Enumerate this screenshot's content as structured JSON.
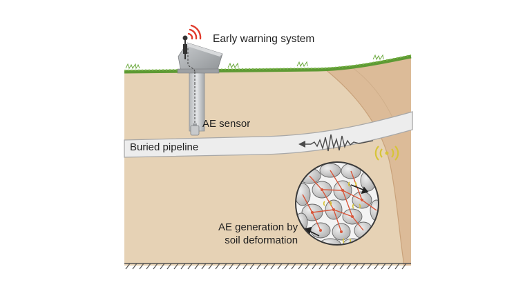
{
  "labels": {
    "early_warning_system": "Early warning system",
    "ae_sensor": "AE sensor",
    "buried_pipeline": "Buried pipeline",
    "ae_generation_line1": "AE generation by",
    "ae_generation_line2": "soil deformation"
  },
  "colors": {
    "soil": "#e6d2b5",
    "soil_slip_zone": "#dcbb98",
    "grass": "#5e9a34",
    "pipeline": "#ededed",
    "pipeline_outline": "#a8a8a8",
    "station_body": "#aeb1b4",
    "signal_waves": "#e03a2c",
    "acoustic_emission": "#d7c437",
    "soil_particle": "#bdbdbd",
    "contact_force": "#d8563a",
    "bedrock_hatch": "#555555"
  },
  "icons": {
    "antenna": "antenna-icon",
    "signal": "wireless-signal-icon",
    "sensor": "ae-sensor-icon",
    "waveform": "acoustic-waveform-icon",
    "emission": "acoustic-emission-icon"
  }
}
